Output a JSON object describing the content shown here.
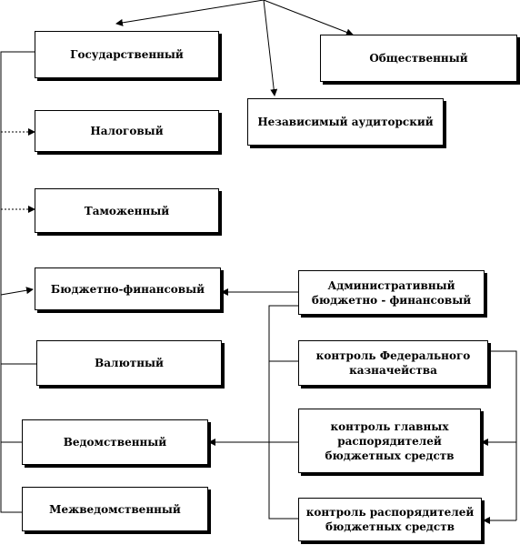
{
  "boxes": {
    "state": "Государственный",
    "public": "Общественный",
    "audit": "Независимый аудиторский",
    "tax": "Налоговый",
    "customs": "Таможенный",
    "budget": "Бюджетно-финансовый",
    "admin": "Административный\nбюджетно - финансовый",
    "currency": "Валютный",
    "treasury": "контроль Федерального\nказначейства",
    "departmental": "Ведомственный",
    "main_managers": "контроль главных\nраспорядителей\nбюджетных средств",
    "interdepartmental": "Межведомственный",
    "managers": "контроль распорядителей\nбюджетных средств"
  },
  "colors": {
    "line": "#000000",
    "shadow": "#000000"
  }
}
